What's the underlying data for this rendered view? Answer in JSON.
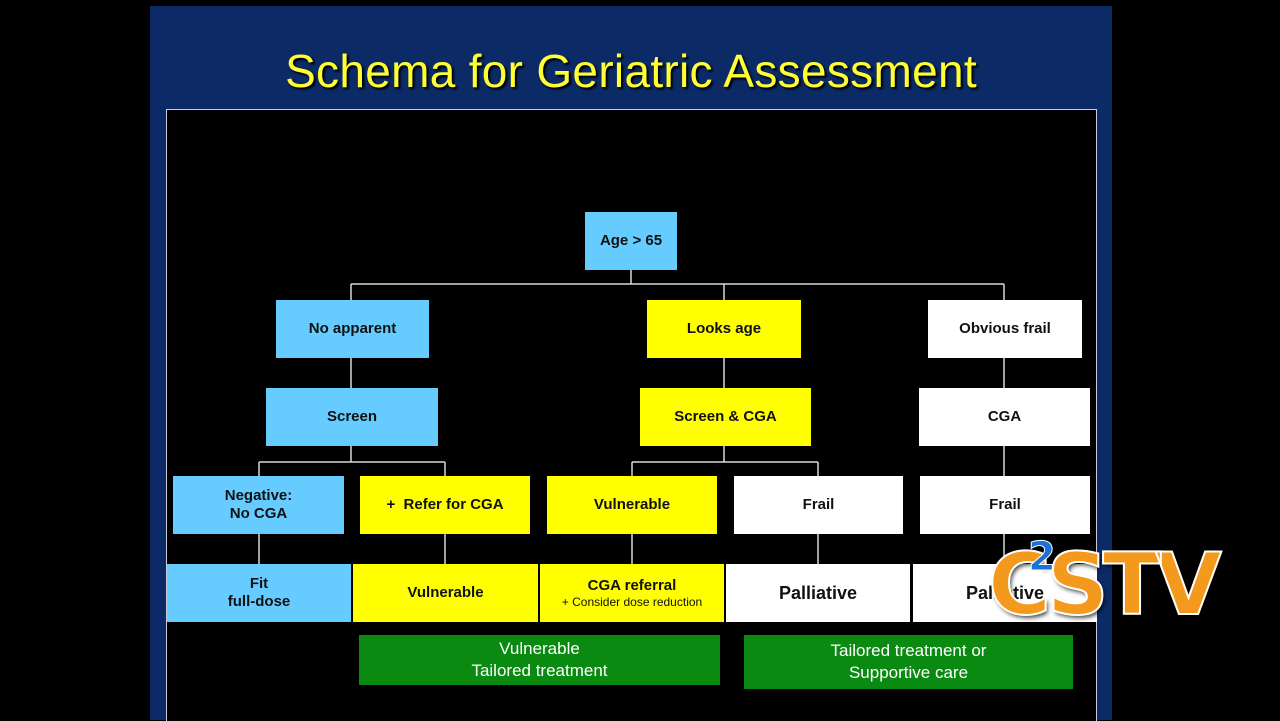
{
  "title": "Schema for Geriatric Assessment",
  "nodes": {
    "root": "Age > 65",
    "no_apparent": "No apparent",
    "looks_age": "Looks age",
    "obvious_frail": "Obvious frail",
    "screen": "Screen",
    "screen_cga": "Screen & CGA",
    "cga": "CGA",
    "negative_line1": "Negative:",
    "negative_line2": "No CGA",
    "refer_cga": "+  Refer for CGA",
    "vulnerable_mid": "Vulnerable",
    "frail_mid": "Frail",
    "frail_right": "Frail",
    "fit_line1": "Fit",
    "fit_line2": "full-dose",
    "vulnerable_bottom": "Vulnerable",
    "cga_referral": "CGA referral",
    "cga_referral_sub": "+ Consider dose reduction",
    "palliative_1": "Palliative",
    "palliative_2": "Palliative"
  },
  "outcomes": {
    "left_line1": "Vulnerable",
    "left_line2": "Tailored treatment",
    "right_line1": "Tailored treatment or",
    "right_line2": "Supportive care"
  },
  "logo": {
    "text": "CSTV",
    "superscript": "2"
  },
  "colors": {
    "slide_background": "#0b2a66",
    "title": "#ffff33",
    "blue_box": "#66ccff",
    "yellow_box": "#ffff00",
    "white_box": "#ffffff",
    "green_box": "#0b8a12",
    "logo_orange": "#f39a1e",
    "logo_blue": "#1a72d8"
  }
}
